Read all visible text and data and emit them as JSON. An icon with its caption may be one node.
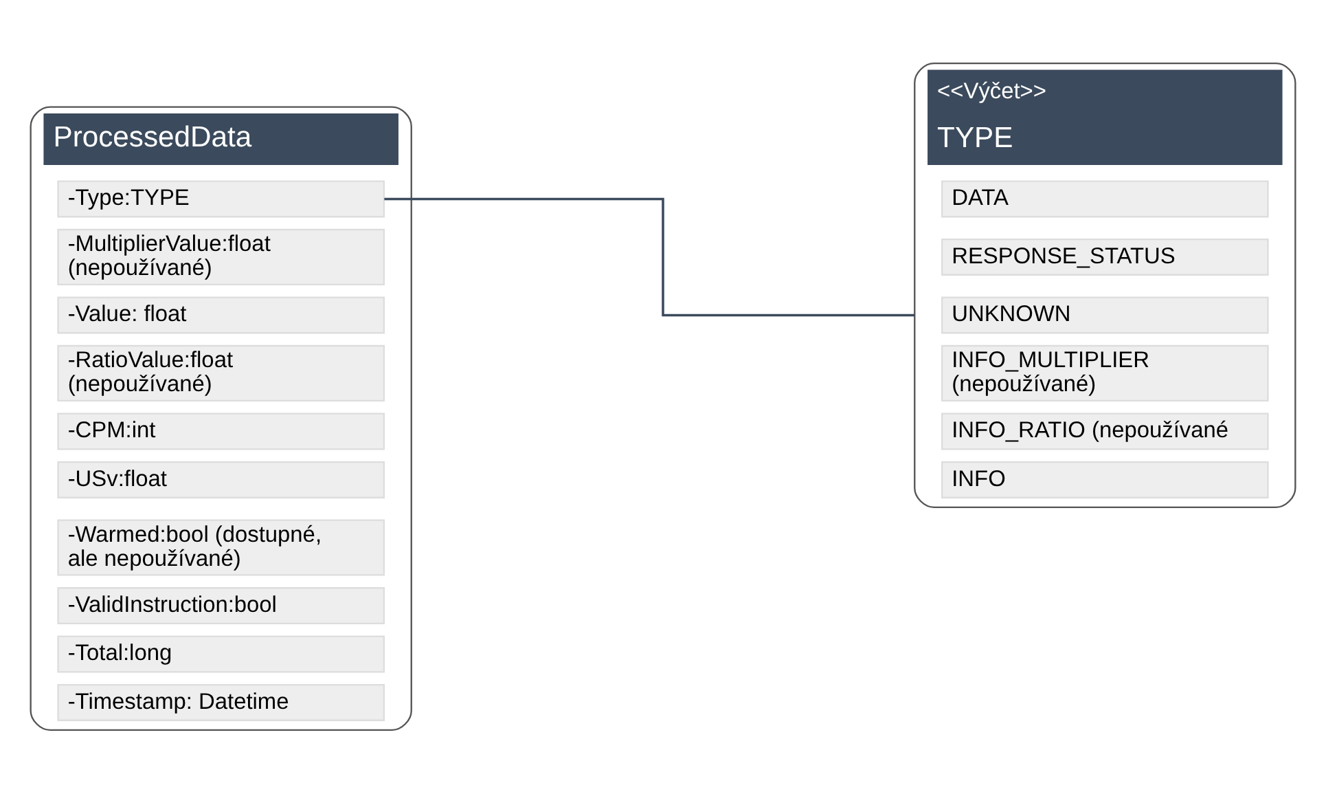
{
  "diagram": {
    "nodes": [
      {
        "text": [
          "ProcessedData"
        ]
      },
      {
        "text": [
          "-Type:TYPE"
        ],
        "in": 0
      },
      {
        "text": [
          "-MultiplierValue:float (nepoužívané)"
        ],
        "in": 0
      },
      {
        "text": [
          "-Value: float"
        ],
        "in": 0
      },
      {
        "text": [
          "-RatioValue:float (nepoužívané)"
        ],
        "in": 0
      },
      {
        "text": [
          "-CPM:int"
        ],
        "in": 0
      },
      {
        "text": [
          "-USv:float"
        ],
        "in": 0
      },
      {
        "text": [
          "-Warmed:bool (dostupné, ale nepoužívané)"
        ],
        "in": 0
      },
      {
        "text": [
          "-ValidInstruction:bool"
        ],
        "in": 0
      },
      {
        "text": [
          "-Total:long"
        ],
        "in": 0
      },
      {
        "text": [
          "-Timestamp: Datetime"
        ],
        "in": 0
      },
      {
        "text": [
          "<<Výčet>>",
          "TYPE"
        ]
      },
      {
        "text": [
          "DATA"
        ],
        "in": 11
      },
      {
        "text": [
          "RESPONSE_STATUS"
        ],
        "in": 11
      },
      {
        "text": [
          "UNKNOWN"
        ],
        "in": 11
      },
      {
        "text": [
          "INFO_MULTIPLIER (nepoužívané)"
        ],
        "in": 11
      },
      {
        "text": [
          "INFO_RATIO (nepoužívané"
        ],
        "in": 11
      },
      {
        "text": [
          "INFO"
        ],
        "in": 11
      }
    ],
    "edges": [
      {
        "from": 1,
        "to": 11,
        "arrow": "none"
      }
    ]
  }
}
